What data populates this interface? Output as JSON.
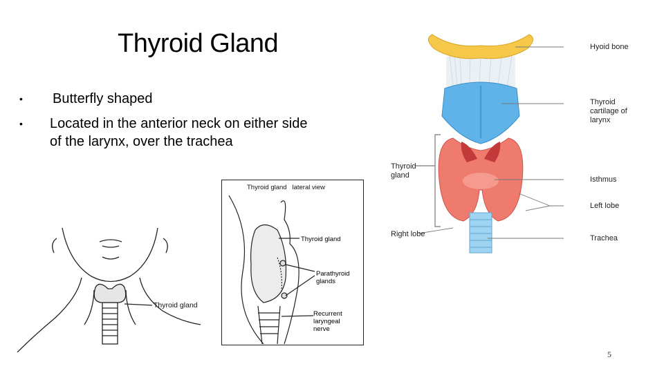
{
  "slide": {
    "title": "Thyroid Gland",
    "bullets": [
      "Butterfly shaped",
      "Located in the anterior neck on either side of the larynx, over the trachea"
    ],
    "bullet_marker": "•",
    "page_number": "5"
  },
  "figure_neck": {
    "label": "Thyroid gland"
  },
  "figure_lateral": {
    "header": "Thyroid gland   lateral view",
    "labels": {
      "thyroid": "Thyroid gland",
      "parathyroid_1": "Parathyroid",
      "parathyroid_2": "glands",
      "nerve_1": "Recurrent",
      "nerve_2": "laryngeal",
      "nerve_3": "nerve"
    }
  },
  "figure_anterior": {
    "labels": {
      "hyoid": "Hyoid bone",
      "cartilage_1": "Thyroid",
      "cartilage_2": "cartilage of",
      "cartilage_3": "larynx",
      "thyroid_1": "Thyroid",
      "thyroid_2": "gland",
      "isthmus": "Isthmus",
      "left_lobe": "Left lobe",
      "right_lobe": "Right lobe",
      "trachea": "Trachea"
    },
    "colors": {
      "hyoid": "#f6c84a",
      "cartilage": "#5fb3e8",
      "thyroid": "#ee7b6e",
      "trachea": "#9fd3f2"
    }
  }
}
